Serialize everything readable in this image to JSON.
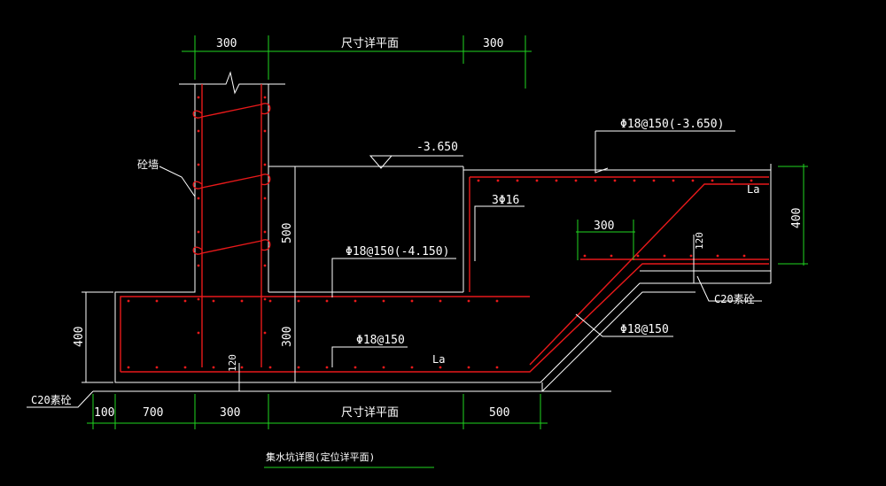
{
  "drawing": {
    "title": "集水坑详图(定位详平面)",
    "dim_top": [
      "300",
      "尺寸详平面",
      "300"
    ],
    "dim_bottom": [
      "100",
      "700",
      "300",
      "尺寸详平面",
      "500"
    ],
    "dim_left_400": "400",
    "dim_right_400": "400",
    "dim_500": "500",
    "dim_300_vert": "300",
    "dim_120_left": "120",
    "dim_120_right": "120",
    "dim_300_mid": "300",
    "elev_label": "-3.650",
    "label_wall": "砼墙",
    "label_c20_left": "C20素砼",
    "label_c20_right": "C20素砼",
    "rebar_top_right": "Φ18@150(-3.650)",
    "rebar_3phi16": "3Φ16",
    "rebar_mid": "Φ18@150(-4.150)",
    "rebar_bottom": "Φ18@150",
    "rebar_slope": "Φ18@150",
    "la_right": "La",
    "la_bottom": "La"
  },
  "colors": {
    "background": "#000000",
    "outline": "#ffffff",
    "rebar": "#e8191a",
    "dimension": "#1fd61f"
  }
}
